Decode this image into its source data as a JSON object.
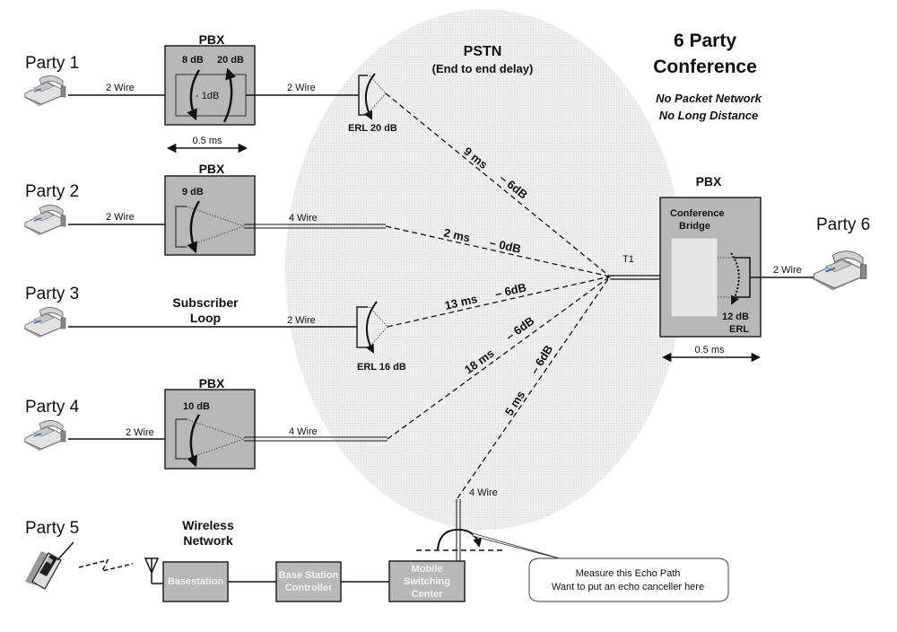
{
  "title": {
    "line1": "6 Party",
    "line2": "Conference",
    "subtitle1": "No Packet Network",
    "subtitle2": "No Long Distance"
  },
  "pstn": {
    "label": "PSTN",
    "sublabel": "(End to end delay)",
    "hub_label": "T1"
  },
  "parties": [
    {
      "name": "Party 1",
      "icon": "desk-phone-icon"
    },
    {
      "name": "Party 2",
      "icon": "desk-phone-icon"
    },
    {
      "name": "Party 3",
      "icon": "desk-phone-icon"
    },
    {
      "name": "Party 4",
      "icon": "desk-phone-icon"
    },
    {
      "name": "Party 5",
      "icon": "mobile-phone-icon"
    },
    {
      "name": "Party 6",
      "icon": "desk-phone-icon"
    }
  ],
  "pbx1": {
    "label": "PBX",
    "left_db": "8 dB",
    "right_db": "20 dB",
    "center_db": "- 1dB",
    "delay": "0.5 ms",
    "in_wire": "2 Wire",
    "out_wire": "2 Wire",
    "erl": "ERL 20 dB"
  },
  "pbx2": {
    "label": "PBX",
    "db": "9 dB",
    "in_wire": "2 Wire",
    "out_wire": "4 Wire"
  },
  "party3_link": {
    "loop_line1": "Subscriber",
    "loop_line2": "Loop",
    "wire": "2 Wire",
    "erl": "ERL 16 dB"
  },
  "pbx4": {
    "label": "PBX",
    "db": "10 dB",
    "in_wire": "2 Wire",
    "out_wire": "4 Wire"
  },
  "pbx6": {
    "label": "PBX",
    "bridge_line1": "Conference",
    "bridge_line2": "Bridge",
    "erl_db": "12 dB",
    "erl": "ERL",
    "wire": "2 Wire",
    "delay": "0.5 ms"
  },
  "links": [
    {
      "from": "Party 1",
      "delay": "9 ms",
      "loss": "– 6dB"
    },
    {
      "from": "Party 2",
      "delay": "2 ms",
      "loss": "– 0dB"
    },
    {
      "from": "Party 3",
      "delay": "13 ms",
      "loss": "– 6dB"
    },
    {
      "from": "Party 4",
      "delay": "18 ms",
      "loss": "– 6dB"
    },
    {
      "from": "Party 5",
      "delay": "5 ms",
      "loss": "– 6dB"
    }
  ],
  "wireless": {
    "title1": "Wireless",
    "title2": "Network",
    "basestation": "Basestation",
    "bsc1": "Base Station",
    "bsc2": "Controller",
    "msc1": "Mobile",
    "msc2": "Switching",
    "msc3": "Center",
    "wire": "4 Wire"
  },
  "callout": {
    "line1": "Measure this Echo Path",
    "line2": "Want to put an echo canceller here"
  },
  "colors": {
    "box_fill": "#b8b8b8",
    "pstn_fill": "#ececec",
    "bridge_fill": "#e6e6e6"
  }
}
